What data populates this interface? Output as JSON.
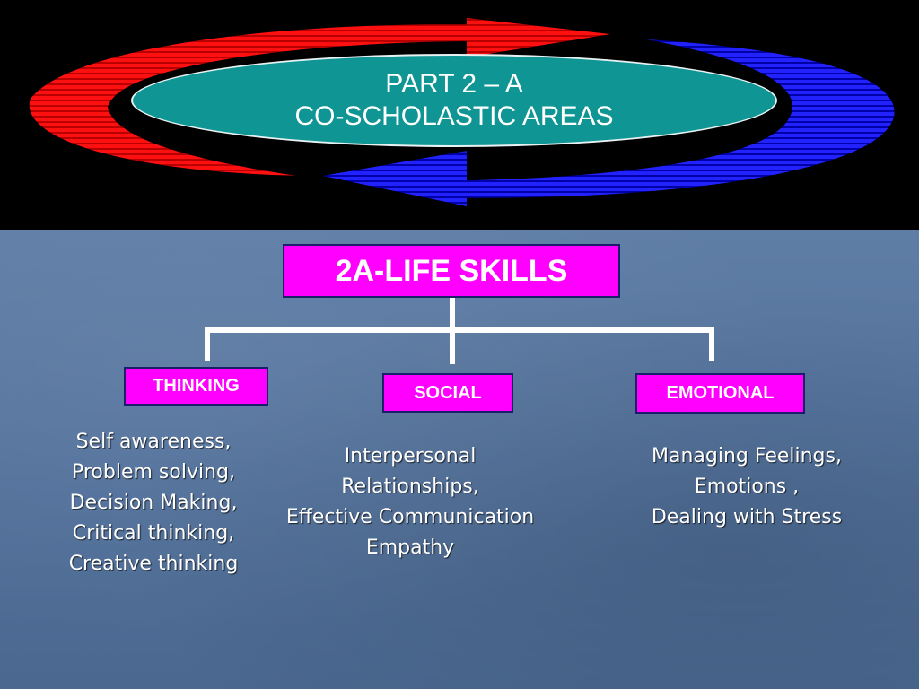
{
  "header": {
    "title_line1": "PART 2 – A",
    "title_line2": "CO-SCHOLASTIC AREAS",
    "ring_colors": {
      "left": "#ff0000",
      "right": "#1010ff",
      "oval": "#0e9594"
    }
  },
  "diagram": {
    "root": {
      "label": "2A-LIFE SKILLS",
      "color": "#ff00ff"
    },
    "branches": [
      {
        "label": "THINKING",
        "items": [
          "Self awareness,",
          "Problem solving,",
          "Decision Making,",
          "Critical thinking,",
          "Creative thinking"
        ]
      },
      {
        "label": "SOCIAL",
        "items": [
          "Interpersonal",
          "Relationships,",
          "Effective Communication",
          "Empathy"
        ]
      },
      {
        "label": "EMOTIONAL",
        "items": [
          "Managing Feelings,",
          "Emotions ,",
          "Dealing with Stress"
        ]
      }
    ]
  }
}
